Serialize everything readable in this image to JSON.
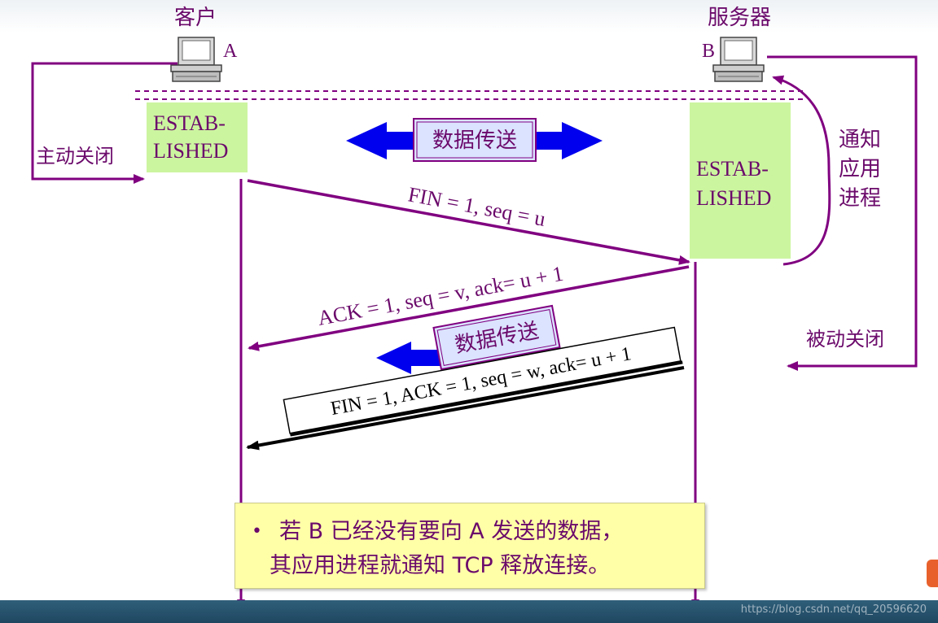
{
  "client": {
    "title": "客户",
    "letter": "A"
  },
  "server": {
    "title": "服务器",
    "letter": "B"
  },
  "client_state": {
    "line1": "ESTAB-",
    "line2": "LISHED"
  },
  "server_state": {
    "line1": "ESTAB-",
    "line2": "LISHED"
  },
  "labels": {
    "active_close": "主动关闭",
    "passive_close": "被动关闭",
    "notify_app_1": "通知",
    "notify_app_2": "应用",
    "notify_app_3": "进程",
    "data_transfer_top": "数据传送",
    "data_transfer_mid": "数据传送"
  },
  "messages": {
    "fin1": "FIN = 1, seq = u",
    "ack1": "ACK = 1, seq = v, ack= u + 1",
    "fin2": "FIN = 1, ACK = 1, seq = w, ack= u + 1"
  },
  "note": {
    "bullet": "•",
    "line1": "若 B 已经没有要向 A 发送的数据，",
    "line2": "其应用进程就通知 TCP 释放连接。"
  },
  "watermark": "https://blog.csdn.net/qq_20596620",
  "colors": {
    "purple": "#800080",
    "text_purple": "#6b0a6b",
    "state_green": "#ccf5a0",
    "blue_arrow": "#0000ee",
    "banner_fill": "#dbe3ff",
    "note_fill": "#ffffa8"
  }
}
